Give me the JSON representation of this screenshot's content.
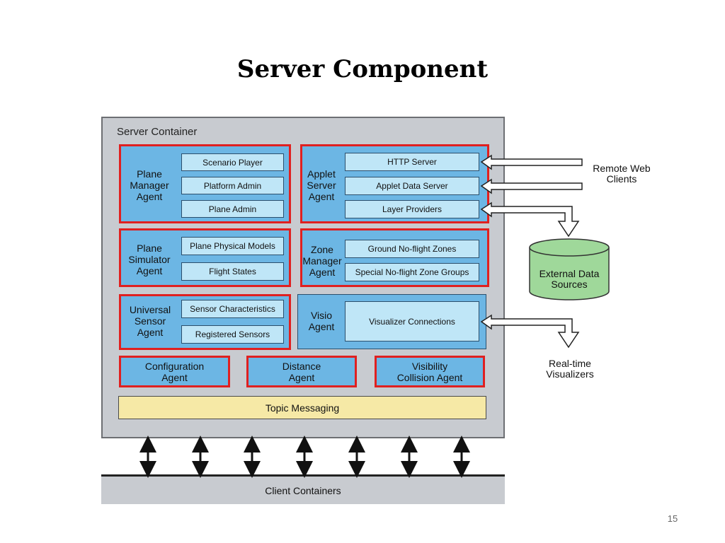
{
  "title": "Server Component",
  "container_label": "Server Container",
  "agents": {
    "plane_manager": {
      "label": "Plane\nManager\nAgent",
      "items": [
        "Scenario Player",
        "Platform Admin",
        "Plane Admin"
      ]
    },
    "applet_server": {
      "label": "Applet\nServer\nAgent",
      "items": [
        "HTTP Server",
        "Applet Data Server",
        "Layer Providers"
      ]
    },
    "plane_simulator": {
      "label": "Plane\nSimulator\nAgent",
      "items": [
        "Plane Physical Models",
        "Flight States"
      ]
    },
    "zone_manager": {
      "label": "Zone\nManager\nAgent",
      "items": [
        "Ground No-flight Zones",
        "Special No-flight Zone Groups"
      ]
    },
    "universal_sensor": {
      "label": "Universal\nSensor\nAgent",
      "items": [
        "Sensor Characteristics",
        "Registered Sensors"
      ]
    },
    "visio": {
      "label": "Visio\nAgent",
      "items": [
        "Visualizer Connections"
      ]
    },
    "configuration": {
      "label": "Configuration\nAgent"
    },
    "distance": {
      "label": "Distance\nAgent"
    },
    "visibility": {
      "label": "Visibility\nCollision Agent"
    }
  },
  "topic_messaging": "Topic Messaging",
  "client_containers": "Client Containers",
  "external": {
    "remote_web_clients": "Remote Web\nClients",
    "external_data_sources": "External Data\nSources",
    "realtime_visualizers": "Real-time\nVisualizers"
  },
  "page_number": "15",
  "colors": {
    "agent_fill": "#6cb6e4",
    "sub_fill": "#bfe6f7",
    "highlight_border": "#e02020",
    "container_fill": "#c8cbd0",
    "topic_fill": "#f6e9a6",
    "database_fill": "#9fd89a"
  }
}
